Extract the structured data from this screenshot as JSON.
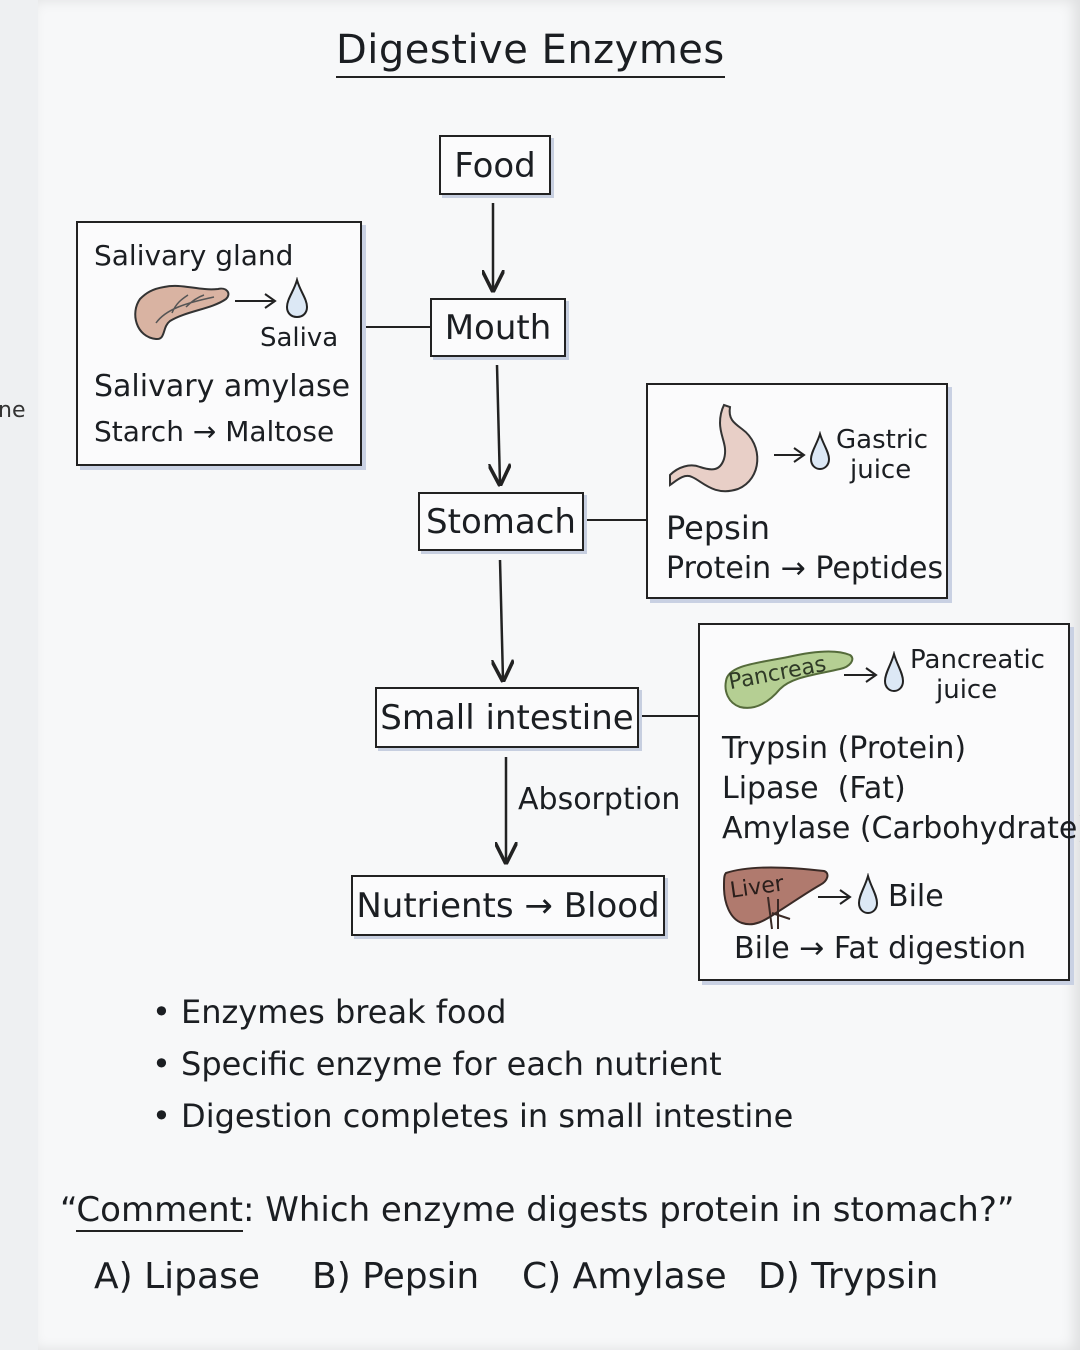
{
  "edge_fragment": "ne",
  "title": "Digestive Enzymes",
  "flow": {
    "food": "Food",
    "mouth": "Mouth",
    "stomach": "Stomach",
    "small_intestine": "Small intestine",
    "absorption": "Absorption",
    "nutrients_blood": "Nutrients → Blood"
  },
  "mouth_panel": {
    "gland": "Salivary gland",
    "secretion": "Saliva",
    "enzyme": "Salivary amylase",
    "reaction": "Starch → Maltose"
  },
  "stomach_panel": {
    "secretion_line1": "Gastric",
    "secretion_line2": "juice",
    "enzyme": "Pepsin",
    "reaction": "Protein → Peptides"
  },
  "intestine_panel": {
    "organ": "Pancreas",
    "secretion_line1": "Pancreatic",
    "secretion_line2": "juice",
    "enzymes": [
      "Trypsin (Protein)",
      "Lipase  (Fat)",
      "Amylase (Carbohydrate)"
    ],
    "liver": "Liver",
    "bile": "Bile",
    "bile_reaction": "Bile → Fat digestion"
  },
  "notes": [
    "Enzymes break food",
    "Specific enzyme for each nutrient",
    "Digestion completes in small intestine"
  ],
  "comment": {
    "open_quote": "“",
    "label": "Comment",
    "question": ": Which enzyme digests protein in stomach?”"
  },
  "options": [
    "A) Lipase",
    "B) Pepsin",
    "C) Amylase",
    "D) Trypsin"
  ],
  "colors": {
    "gland": "#d9b3a2",
    "stomach": "#e8cfc7",
    "pancreas": "#b5cf93",
    "liver": "#b07a6e",
    "drop": "#dce8f5",
    "shadow": "#c9d1e3"
  }
}
